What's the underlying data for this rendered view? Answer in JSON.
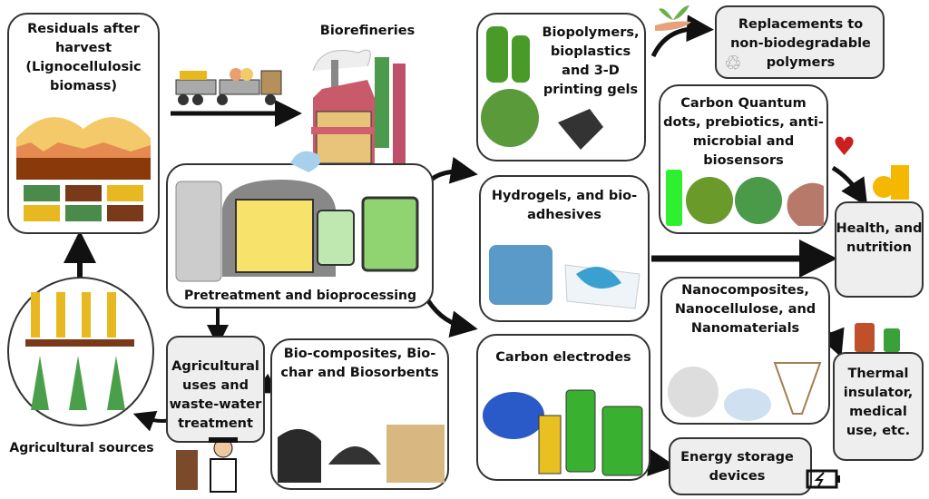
{
  "nodes": {
    "residuals": "Residuals after harvest (Lignocellulosic biomass)",
    "biorefineries": "Biorefineries",
    "pretreatment": "Pretreatment and bioprocessing",
    "biopolymers": "Biopolymers, bioplastics and 3-D printing gels",
    "replacements": "Replacements to non-biodegradable polymers",
    "carbon_quantum": "Carbon Quantum dots, prebiotics, anti-microbial and biosensors",
    "hydrogels": "Hydrogels, and bio-adhesives",
    "health": "Health, and nutrition",
    "nanocomposites": "Nanocomposites, Nanocellulose, and Nanomaterials",
    "thermal": "Thermal insulator, medical use, etc.",
    "carbon_electrodes": "Carbon electrodes",
    "energy_storage": "Energy storage devices",
    "biocomposites": "Bio-composites, Bio-char and Biosorbents",
    "agri_uses": "Agricultural uses and waste-water treatment",
    "agri_sources": "Agricultural sources"
  },
  "icons": [
    "hay-bales",
    "truck",
    "factory",
    "reactor",
    "barrels",
    "plant-hand",
    "recycle-leaf",
    "heart-pulse",
    "fruit-juice",
    "medicine-bottles",
    "battery-charging",
    "fertilizer-farmer",
    "crops",
    "supercapacitors",
    "batteries"
  ],
  "colors": {
    "border": "#333333",
    "gray_box": "#eeeeee",
    "arrow": "#111111",
    "green": "#3a9a3a"
  }
}
